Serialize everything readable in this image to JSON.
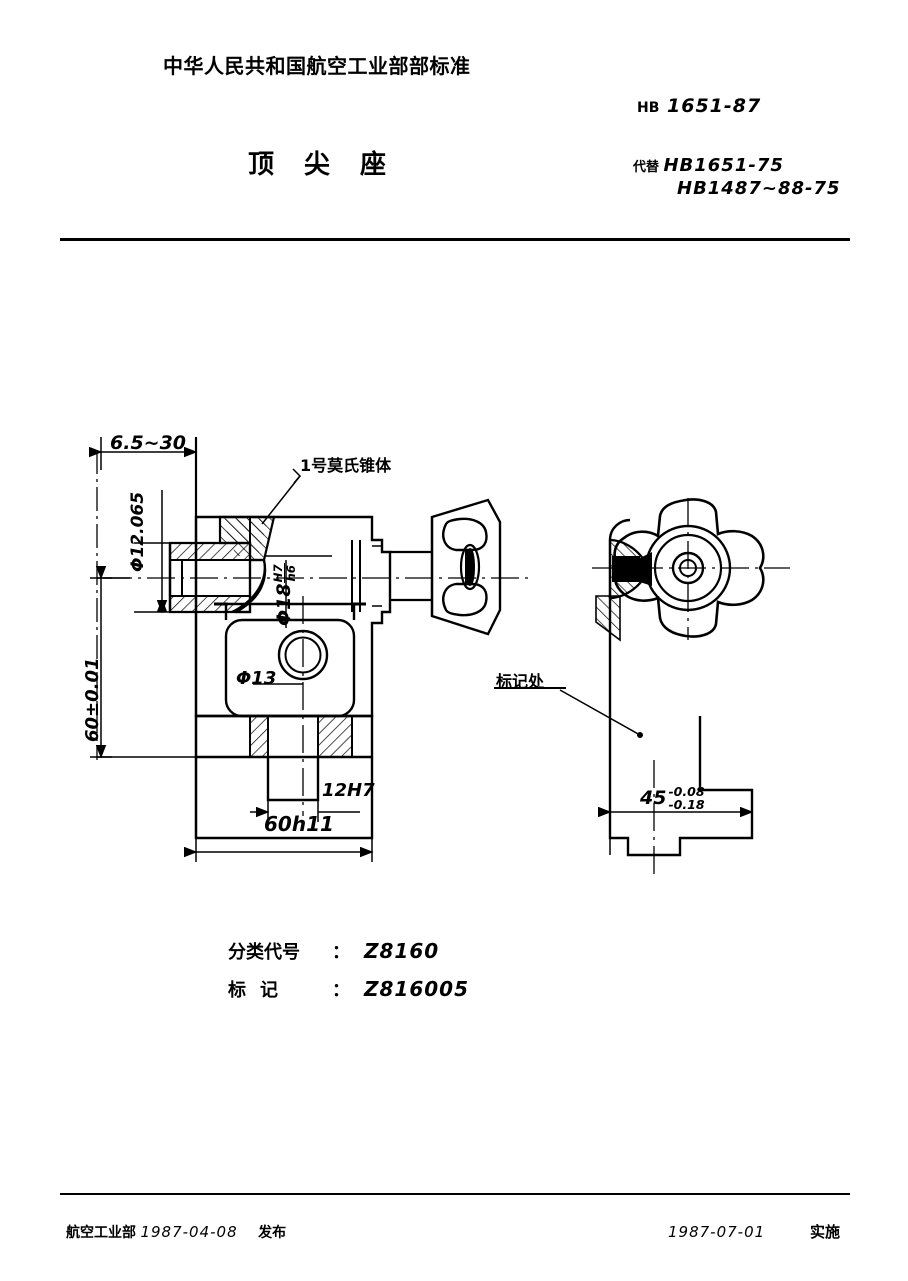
{
  "header": {
    "ministry": "中华人民共和国航空工业部部标准",
    "standard_prefix": "HB",
    "standard_number": "1651-87",
    "title": "顶尖座",
    "replaces_label": "代替",
    "replaces_line1": "HB1651-75",
    "replaces_line2": "HB1487~88-75"
  },
  "drawing": {
    "annotations": {
      "morse_taper": "1号莫氏锥体",
      "marking_place": "标记处"
    },
    "dimensions": {
      "stroke_range": "6.5~30",
      "bore_small": "Φ12.065",
      "fit_dia_value": "Φ18",
      "fit_dia_num": "H7",
      "fit_dia_den": "h6",
      "height_tol": "60±0.01",
      "hole_dia": "Φ13",
      "pin_hole": "12H7",
      "base_length": "60h11",
      "width_45": "45",
      "width_45_upper": "-0.08",
      "width_45_lower": "-0.18"
    }
  },
  "codes": {
    "class_label": "分类代号",
    "class_value": "Z8160",
    "mark_label": "标记",
    "mark_value": "Z816005",
    "colon": "："
  },
  "footer": {
    "issuer": "航空工业部",
    "issue_date": "1987-04-08",
    "issue_word": "发布",
    "effective_date": "1987-07-01",
    "effective_word": "实施"
  }
}
